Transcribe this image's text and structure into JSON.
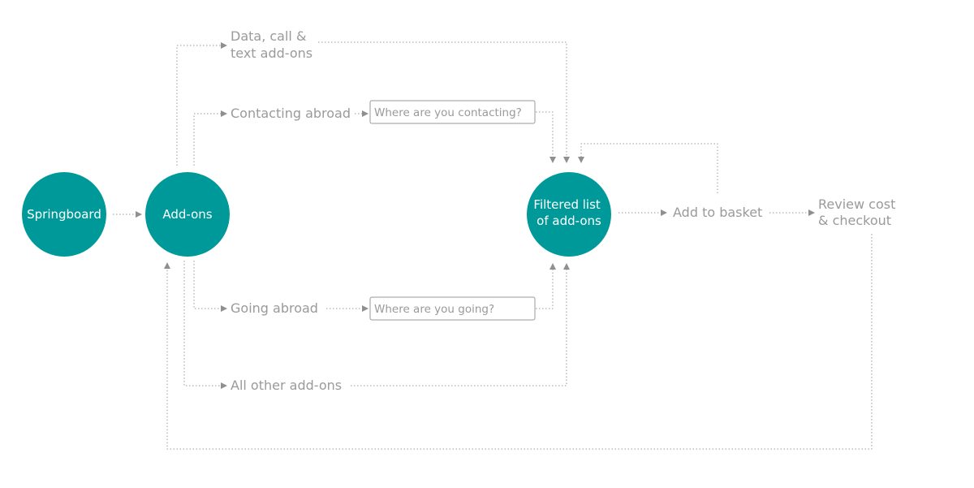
{
  "nodes": {
    "springboard": "Springboard",
    "addons": "Add-ons",
    "filtered": [
      "Filtered list",
      "of add-ons"
    ]
  },
  "labels": {
    "data_call_text": [
      "Data, call &",
      "text add-ons"
    ],
    "contacting_abroad": "Contacting abroad",
    "going_abroad": "Going abroad",
    "all_other": "All other add-ons",
    "add_to_basket": "Add to basket",
    "review_checkout": [
      "Review cost",
      "& checkout"
    ]
  },
  "inputs": {
    "contacting": "Where are you contacting?",
    "going": "Where are you going?"
  },
  "colors": {
    "node": "#00999a",
    "line": "#9a9a9a"
  }
}
